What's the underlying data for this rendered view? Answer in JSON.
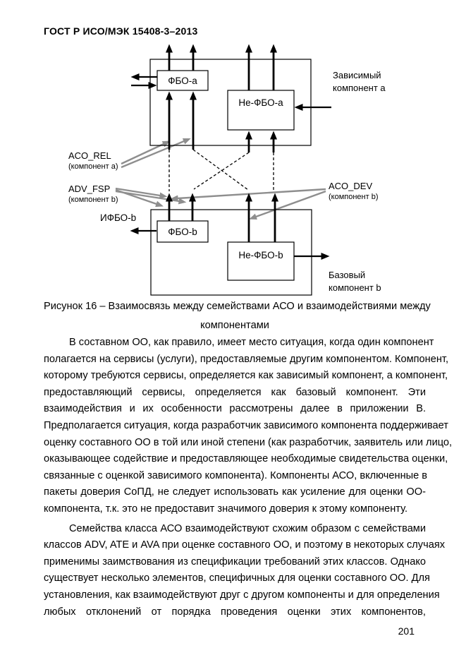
{
  "page": {
    "header": "ГОСТ Р ИСО/МЭК 15408-3–2013",
    "page_number": "201"
  },
  "figure": {
    "caption_lines": [
      "Рисунок 16 – Взаимосвязь между семействами  АСО и взаимодействиями между",
      "компонентами"
    ],
    "boxes": {
      "fbo_a": "ФБО-a",
      "ne_fbo_a": "Не-ФБО-a",
      "fbo_b": "ФБО-b",
      "ne_fbo_b": "Не-ФБО-b"
    },
    "labels": {
      "dependent_component_line1": "Зависимый",
      "dependent_component_line2": "компонент a",
      "base_component_line1": "Базовый",
      "base_component_line2": "компонент b",
      "aco_rel": "ACO_REL",
      "aco_rel_sub": "(компонент a)",
      "adv_fsp": "ADV_FSP",
      "adv_fsp_sub": "(компонент b)",
      "aco_dev": "ACO_DEV",
      "aco_dev_sub": "(компонент b)",
      "ifbo_b": "ИФБО-b"
    },
    "colors": {
      "line": "#000000",
      "connector": "#8e8e8e"
    }
  },
  "body": {
    "paragraph1_lines": [
      "В составном ОО, как правило, имеет место ситуация, когда один компонент",
      "полагается на сервисы (услуги), предоставляемые другим компонентом. Компонент,",
      "которому требуются сервисы,  определяется как зависимый компонент, а компонент,",
      "предоставляющий сервисы, определяется как базовый компонент. Эти",
      "взаимодействия и их особенности рассмотрены далее в приложении В.",
      "Предполагается ситуация, когда разработчик зависимого компонента поддерживает",
      "оценку составного ОО в той или иной степени (как разработчик, заявитель или лицо,",
      "оказывающее содействие и предоставляющее необходимые свидетельства оценки,",
      "связанные с оценкой зависимого компонента). Компоненты АСО, включенные в",
      "пакеты доверия СоПД, не следует использовать как усиление для оценки ОО-",
      "компонента, т.к. это не предоставит значимого доверия к этому компоненту."
    ],
    "paragraph2_lines": [
      "Семейства класса АСО взаимодействуют схожим образом с семействами",
      "классов ADV, ATE и AVA при оценке составного ОО, и поэтому в некоторых случаях",
      "применимы заимствования из спецификации требований этих классов. Однако",
      "существует несколько элементов, специфичных для оценки составного ОО. Для",
      "установления, как взаимодействуют друг с другом компоненты и для определения",
      "любых отклонений от порядка проведения оценки этих компонентов,"
    ]
  }
}
